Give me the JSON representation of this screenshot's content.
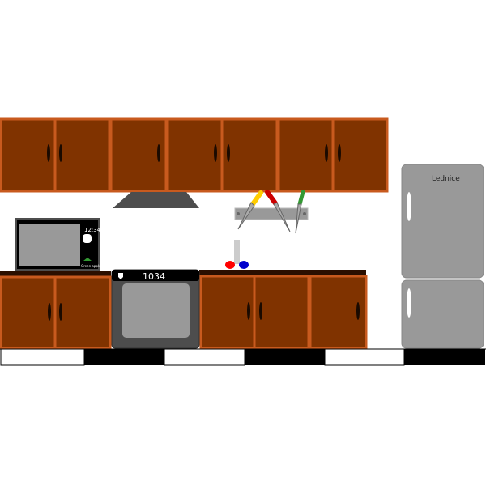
{
  "scene": {
    "fridge_label": "Lednice",
    "oven_display": "1034",
    "microwave_display": "12:34",
    "microwave_label": "Green apple"
  },
  "colors": {
    "cabinet": "#803300",
    "cabinet_trim": "#c85a1e",
    "countertop": "#2b0f00",
    "appliance_gray": "#999999",
    "oven_body": "#4d4d4d",
    "floor_black": "#000000",
    "floor_white": "#ffffff",
    "knife_yellow": "#ffcc00",
    "knife_red": "#cc0000",
    "knife_green": "#339933",
    "faucet_red": "#ff0000",
    "faucet_blue": "#0000cc"
  }
}
